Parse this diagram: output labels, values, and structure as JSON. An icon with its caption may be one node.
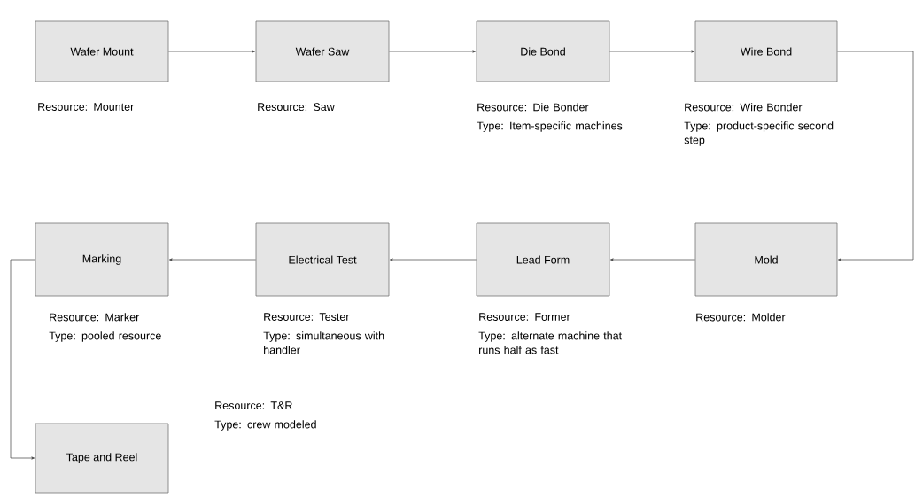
{
  "diagram": {
    "nodes": [
      {
        "text": [
          "Wafer Mount"
        ],
        "beside": [
          "Resource: Mounter"
        ]
      },
      {
        "text": [
          "Wafer Saw"
        ],
        "beside": [
          "Resource: Saw"
        ]
      },
      {
        "text": [
          "Die Bond"
        ],
        "beside": [
          "Resource: Die Bonder",
          "Type: Item-specific machines"
        ]
      },
      {
        "text": [
          "Wire Bond"
        ],
        "beside": [
          "Resource: Wire Bonder",
          "Type: product-specific second step"
        ]
      },
      {
        "text": [
          "Marking"
        ],
        "beside": [
          "Resource: Marker",
          "Type: pooled resource"
        ]
      },
      {
        "text": [
          "Electrical Test"
        ],
        "beside": [
          "Resource: Tester",
          "Type: simultaneous with handler"
        ]
      },
      {
        "text": [
          "Lead Form"
        ],
        "beside": [
          "Resource: Former",
          "Type: alternate machine that runs half as fast"
        ]
      },
      {
        "text": [
          "Mold"
        ],
        "beside": [
          "Resource: Molder"
        ]
      },
      {
        "text": [
          "Tape and Reel"
        ],
        "beside": [
          "Resource: T&R",
          "Type: crew modeled"
        ]
      }
    ],
    "edges": [
      {
        "from": 0,
        "to": 1,
        "arrow": "to"
      },
      {
        "from": 1,
        "to": 2,
        "arrow": "to"
      },
      {
        "from": 2,
        "to": 3,
        "arrow": "to"
      },
      {
        "from": 3,
        "to": 7,
        "arrow": "to"
      },
      {
        "from": 7,
        "to": 6,
        "arrow": "to"
      },
      {
        "from": 6,
        "to": 5,
        "arrow": "to"
      },
      {
        "from": 5,
        "to": 4,
        "arrow": "to"
      },
      {
        "from": 4,
        "to": 8,
        "arrow": "to"
      }
    ]
  }
}
